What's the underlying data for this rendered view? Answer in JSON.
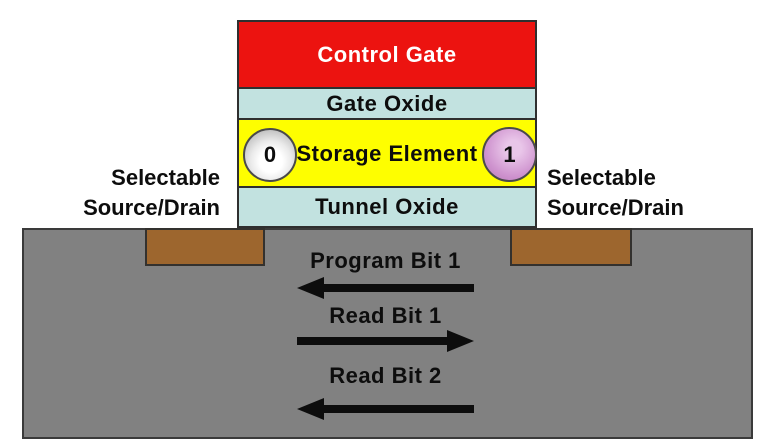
{
  "stack": {
    "control_gate": {
      "label": "Control Gate"
    },
    "gate_oxide": {
      "label": "Gate Oxide"
    },
    "storage_element": {
      "label": "Storage Element",
      "bit0": "0",
      "bit1": "1"
    },
    "tunnel_oxide": {
      "label": "Tunnel Oxide"
    }
  },
  "left_label": {
    "line1": "Selectable",
    "line2": "Source/Drain"
  },
  "right_label": {
    "line1": "Selectable",
    "line2": "Source/Drain"
  },
  "substrate": {
    "flows": [
      {
        "label": "Program Bit 1",
        "direction": "left"
      },
      {
        "label": "Read Bit 1",
        "direction": "right"
      },
      {
        "label": "Read Bit 2",
        "direction": "left"
      }
    ]
  },
  "colors": {
    "control_gate": "#EC1310",
    "oxide": "#C2E2E0",
    "storage_element": "#FEFE00",
    "substrate": "#818181",
    "source_drain": "#9D662E",
    "bit0_circle": "#E5E5E5",
    "bit1_circle": "#CE92CE",
    "arrow": "#0D0D0D",
    "background": "#FFFFFF"
  }
}
